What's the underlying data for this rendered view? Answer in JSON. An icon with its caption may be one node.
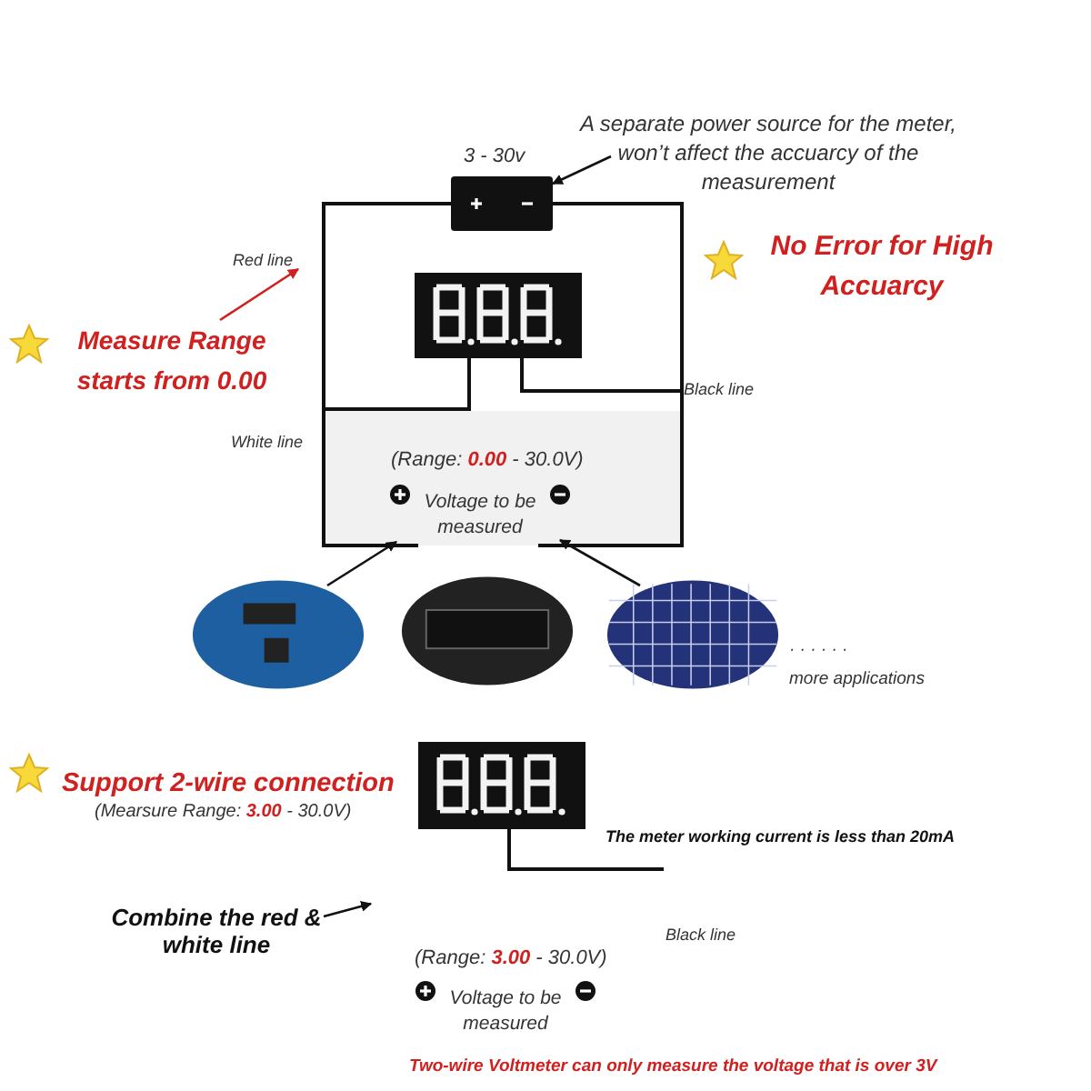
{
  "diagram": {
    "nodes": [
      {
        "text": [],
        "shape": "box",
        "beside": [
          "3 - 30v"
        ]
      },
      {
        "text": [],
        "shape": "box"
      },
      {
        "text": [
          "Voltage to be measured"
        ],
        "beside": [
          "(Range: **0.00** - 30.0V)"
        ]
      },
      {
        "text": [
          "A separate power source for the meter, won’t affect the accuarcy of the measurement"
        ]
      },
      {
        "text": [
          "Red line"
        ]
      },
      {
        "text": [
          "Measure Range starts from 0.00"
        ]
      },
      {
        "text": [],
        "shape": "picture"
      },
      {
        "text": [],
        "shape": "picture"
      },
      {
        "text": [],
        "shape": "picture",
        "beside": [
          "· · · · · ·",
          "more applications"
        ]
      },
      {
        "text": [],
        "shape": "box"
      },
      {
        "text": [
          "Voltage to be measured"
        ],
        "beside": [
          "(Range: **3.00** - 30.0V)"
        ]
      },
      {
        "text": [
          "Combine the red & white line"
        ]
      }
    ],
    "edges": [
      {
        "from": 3,
        "to": 0,
        "arrow": "to"
      },
      {
        "from": 5,
        "to": 4,
        "arrow": "to",
        "color": "#d0201f"
      },
      {
        "from": 0,
        "to": 1,
        "arrow": "none"
      },
      {
        "from": 1,
        "to": 2,
        "arrow": "none"
      },
      {
        "from": 0,
        "to": 2,
        "arrow": "none"
      },
      {
        "from": 1,
        "to": 2,
        "arrow": "none"
      },
      {
        "from": 6,
        "to": 2,
        "arrow": "to"
      },
      {
        "from": 8,
        "to": 2,
        "arrow": "to"
      },
      {
        "from": 9,
        "to": null,
        "arrow": "none"
      },
      {
        "from": 11,
        "to": null,
        "arrow": "to"
      }
    ],
    "labels": [
      "No Error for High Accuarcy",
      "White line",
      "Black line",
      "Support 2-wire connection",
      "(Mearsure Range: **3.00** - 30.0V)",
      "The meter working current is less than 20mA",
      "Black line",
      "Two-wire Voltmeter can only measure the voltage that is over 3V"
    ]
  }
}
